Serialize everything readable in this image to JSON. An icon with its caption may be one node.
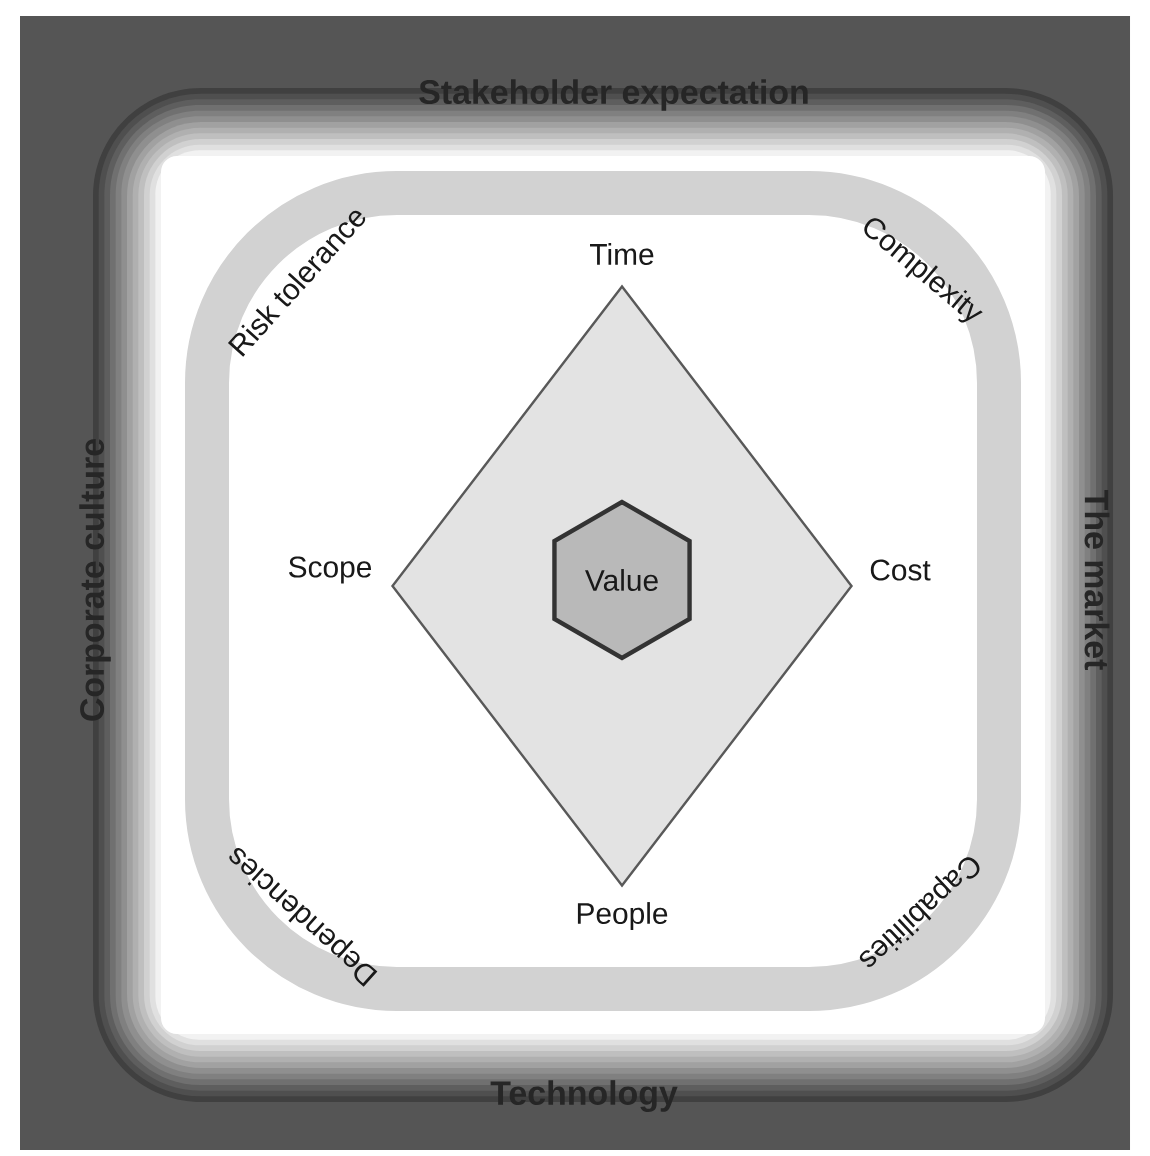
{
  "diagram": {
    "nodes": [
      {
        "text": [
          "Stakeholder expectation",
          "Corporate culture",
          "The market",
          "Technology"
        ]
      },
      {
        "text": [],
        "shape": "box",
        "in": 0
      },
      {
        "text": [
          "Risk tolerance",
          "Complexity",
          "Dependencies",
          "Capabilities"
        ],
        "in": 1
      },
      {
        "text": [],
        "shape": "diamond",
        "in": 2
      },
      {
        "text": [
          "Value"
        ],
        "in": 3
      }
    ],
    "labels": [
      "Time",
      "Scope",
      "Cost",
      "People"
    ]
  }
}
